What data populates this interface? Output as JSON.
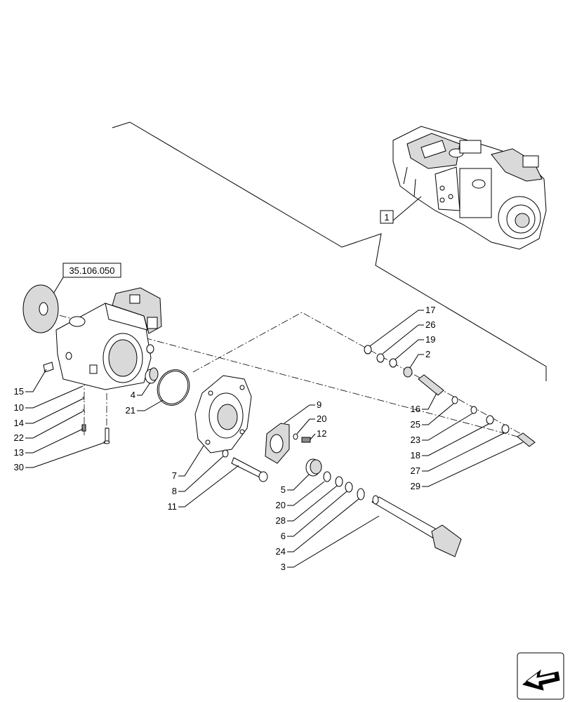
{
  "diagram": {
    "ref_box": "35.106.050",
    "assembly_label": "1",
    "callouts_left": [
      "15",
      "10",
      "14",
      "22",
      "13",
      "30",
      "4",
      "21"
    ],
    "callouts_center": [
      "7",
      "8",
      "11",
      "9",
      "20",
      "12",
      "5",
      "20",
      "28",
      "6",
      "24",
      "3"
    ],
    "callouts_right": [
      "17",
      "26",
      "19",
      "2",
      "16",
      "25",
      "23",
      "18",
      "27",
      "29"
    ]
  },
  "icons": {
    "corner": "next-page-arrow-icon"
  }
}
